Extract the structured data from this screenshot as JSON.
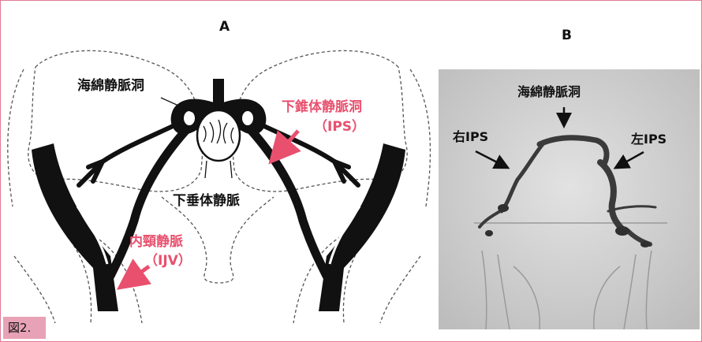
{
  "panels": {
    "a": "A",
    "b": "B"
  },
  "diagram_a": {
    "cavernous_sinus": "海綿静脈洞",
    "ips": "下錐体静脈洞",
    "ips_abbr": "（IPS）",
    "pituitary_vein": "下垂体静脈",
    "ijv": "内頸静脈",
    "ijv_abbr": "（IJV）"
  },
  "photo_b": {
    "cavernous_sinus": "海綿静脈洞",
    "right_ips": "右IPS",
    "left_ips": "左IPS"
  },
  "figure_label": "図2.",
  "colors": {
    "accent_pink": "#e8506e",
    "border_pink": "#e07a96",
    "tag_bg": "#e8a2b6"
  }
}
